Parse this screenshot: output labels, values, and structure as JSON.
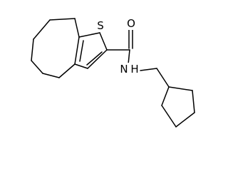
{
  "molecule": {
    "atoms": {
      "sulfur": "S",
      "oxygen": "O",
      "amide_nitrogen": "N",
      "amide_hydrogen": "H"
    }
  }
}
